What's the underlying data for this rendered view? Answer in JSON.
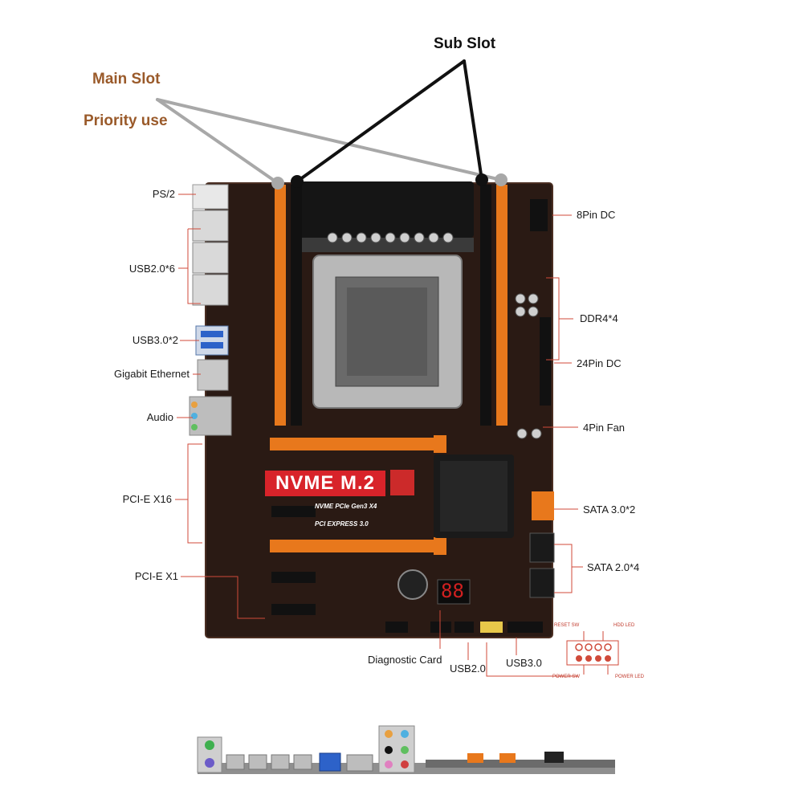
{
  "callouts": {
    "main_slot": "Main Slot",
    "priority_use": "Priority use",
    "sub_slot": "Sub Slot"
  },
  "left_labels": {
    "ps2": "PS/2",
    "usb20x6": "USB2.0*6",
    "usb30x2": "USB3.0*2",
    "gigabit_ethernet": "Gigabit Ethernet",
    "audio": "Audio",
    "pcie_x16": "PCI-E X16",
    "pcie_x1": "PCI-E X1"
  },
  "right_labels": {
    "pin8_dc": "8Pin  DC",
    "ddr4x4": "DDR4*4",
    "pin24_dc": "24Pin DC",
    "pin4_fan": "4Pin Fan",
    "sata30x2": "SATA 3.0*2",
    "sata20x4": "SATA 2.0*4"
  },
  "bottom_labels": {
    "diagnostic_card": "Diagnostic Card",
    "usb20": "USB2.0",
    "usb30": "USB3.0"
  },
  "front_panel": {
    "reset_sw": "RESET SW",
    "hdd_led": "HDD LED",
    "power_sw": "POWER SW",
    "power_led": "POWER LED"
  },
  "board_print": {
    "nvme_badge": "NVME M.2",
    "nvme_sub": "NVME PCIe Gen3 X4",
    "pci_express": "PCI EXPRESS 3.0",
    "diag_digits": "88"
  },
  "colors": {
    "pcb": "#2a1a14",
    "dimm_orange": "#e8781c",
    "dimm_black": "#111111",
    "badge_red": "#d8232a",
    "callout_brown": "#9a5a2a",
    "leader_red": "#d04a3a"
  }
}
